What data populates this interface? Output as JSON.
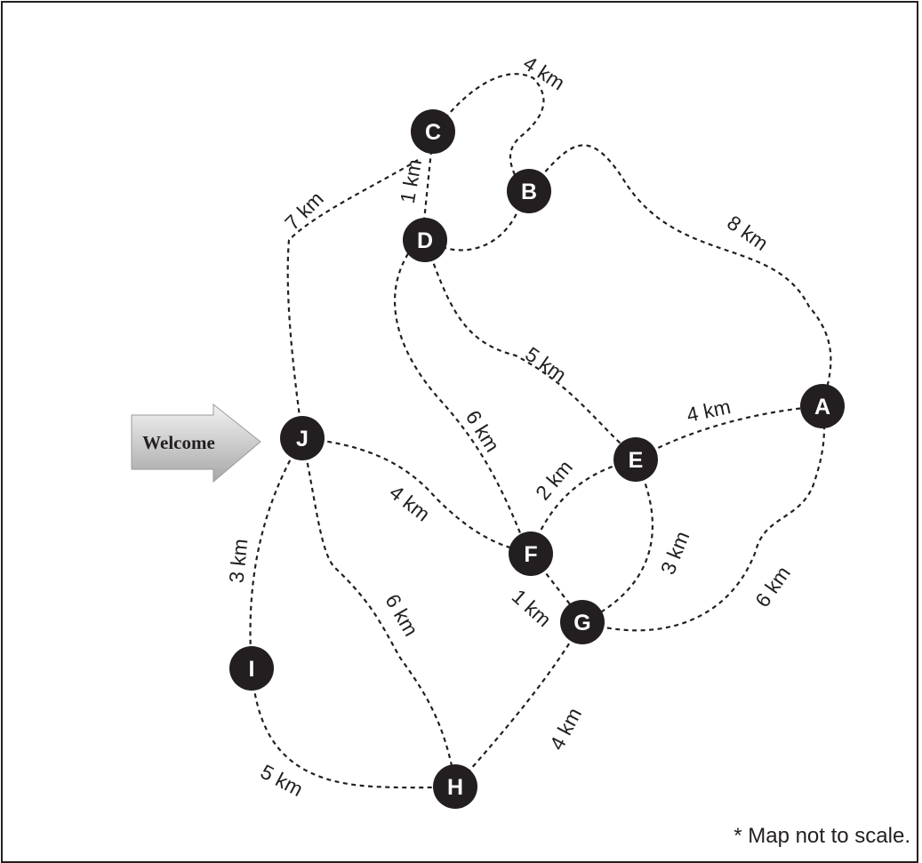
{
  "welcome": {
    "label": "Welcome"
  },
  "note": "* Map not to scale.",
  "nodes": {
    "A": "A",
    "B": "B",
    "C": "C",
    "D": "D",
    "E": "E",
    "F": "F",
    "G": "G",
    "H": "H",
    "I": "I",
    "J": "J"
  },
  "trails": [
    {
      "from": "C",
      "to": "B",
      "distance": "4 km"
    },
    {
      "from": "C",
      "to": "J",
      "distance": "7 km"
    },
    {
      "from": "C",
      "to": "D",
      "distance": "1 km"
    },
    {
      "from": "B",
      "to": "A",
      "distance": "8 km"
    },
    {
      "from": "D",
      "to": "E",
      "distance": "5 km"
    },
    {
      "from": "D",
      "to": "F",
      "distance": "6 km"
    },
    {
      "from": "E",
      "to": "A",
      "distance": "4 km"
    },
    {
      "from": "F",
      "to": "E",
      "distance": "2 km"
    },
    {
      "from": "J",
      "to": "F",
      "distance": "4 km"
    },
    {
      "from": "E",
      "to": "G",
      "distance": "3 km"
    },
    {
      "from": "G",
      "to": "A",
      "distance": "6 km"
    },
    {
      "from": "F",
      "to": "G",
      "distance": "1 km"
    },
    {
      "from": "J",
      "to": "I",
      "distance": "3 km"
    },
    {
      "from": "J",
      "to": "H",
      "distance": "6 km"
    },
    {
      "from": "G",
      "to": "H",
      "distance": "4 km"
    },
    {
      "from": "I",
      "to": "H",
      "distance": "5 km"
    },
    {
      "from": "D",
      "to": "B",
      "distance": ""
    }
  ]
}
